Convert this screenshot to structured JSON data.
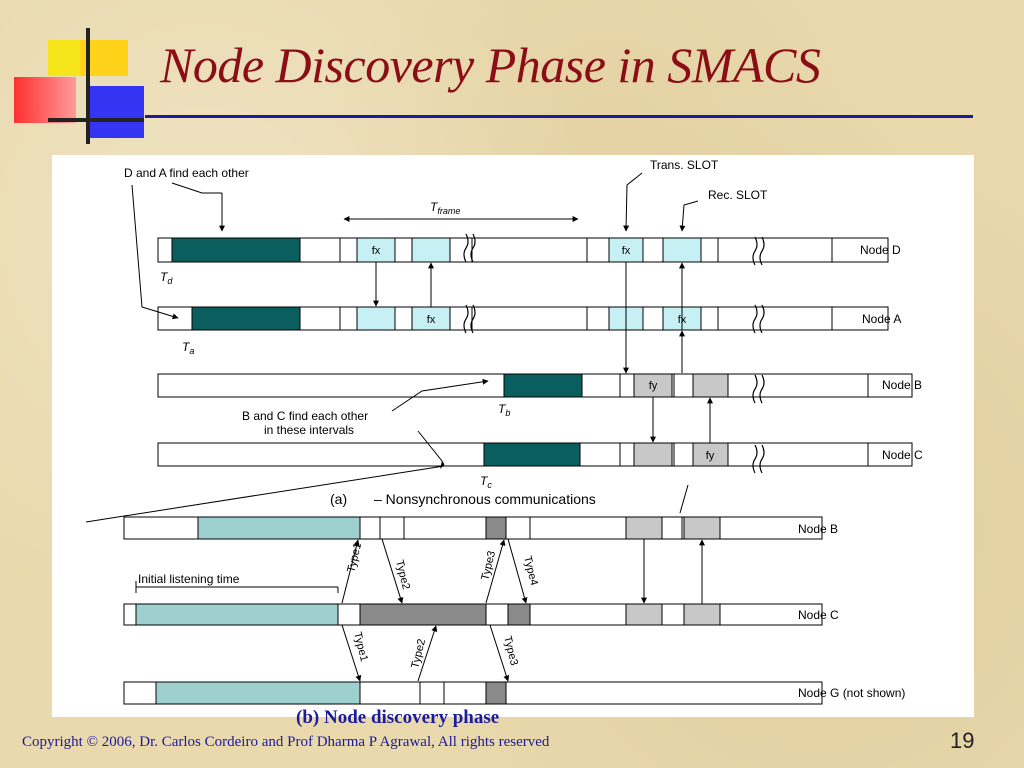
{
  "slide": {
    "title": "Node Discovery Phase in SMACS",
    "caption": "(b) Node discovery phase",
    "copyright": "Copyright © 2006, Dr. Carlos Cordeiro and Prof  Dharma P  Agrawal,  All rights reserved",
    "page_number": "19"
  },
  "colors": {
    "title": "#8b0d16",
    "caption": "#1b1b9b",
    "rule": "#1c1c9a",
    "dark_teal": "#0b5e5e",
    "light_cyan": "#c6f0f4",
    "light_teal": "#9fd0d0",
    "gray_slot": "#c8c8c8",
    "dark_gray": "#8a8a8a"
  },
  "diagram": {
    "part_a": {
      "caption_letter": "(a)",
      "caption_text": "– Nonsynchronous communications",
      "annotations": {
        "d_and_a": "D and A find each other",
        "t_frame_symbol": "T",
        "t_frame_subscript": "frame",
        "trans_slot": "Trans. SLOT",
        "rec_slot": "Rec. SLOT",
        "b_and_c_line1": "B and C find each other",
        "b_and_c_line2": "in these intervals"
      },
      "nodes": [
        {
          "label": "Node D",
          "timer_symbol": "T",
          "timer_subscript": "d",
          "slot_labels": [
            "fx",
            "fx"
          ]
        },
        {
          "label": "Node A",
          "timer_symbol": "T",
          "timer_subscript": "a",
          "slot_labels": [
            "fx",
            "fx"
          ]
        },
        {
          "label": "Node B",
          "timer_symbol": "T",
          "timer_subscript": "b",
          "slot_labels": [
            "fy"
          ]
        },
        {
          "label": "Node C",
          "timer_symbol": "T",
          "timer_subscript": "c",
          "slot_labels": [
            "fy"
          ]
        }
      ]
    },
    "part_b": {
      "initial_listening": "Initial listening time",
      "nodes": [
        {
          "label": "Node B"
        },
        {
          "label": "Node C"
        },
        {
          "label": "Node G (not shown)"
        }
      ],
      "message_types": {
        "b_c_type1": "Type1",
        "b_c_type2": "Type2",
        "b_c_type3": "Type3",
        "b_c_type4": "Type4",
        "c_g_type1": "Type1",
        "c_g_type2": "Type2",
        "c_g_type3": "Type3"
      }
    }
  }
}
